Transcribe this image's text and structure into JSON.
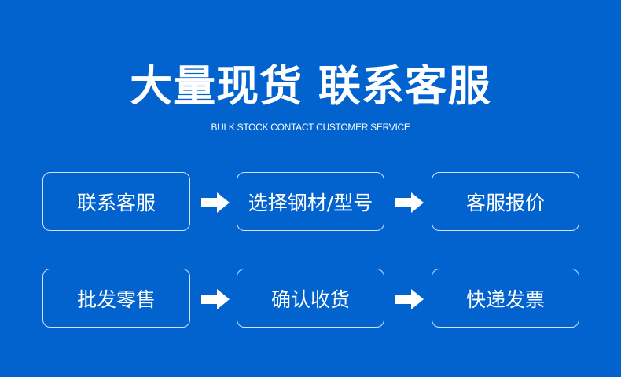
{
  "banner": {
    "title": "大量现货 联系客服",
    "subtitle": "BULK STOCK CONTACT CUSTOMER SERVICE",
    "background_color": "#0263CF",
    "text_color": "#FFFFFF"
  },
  "process": {
    "rows": [
      {
        "steps": [
          {
            "label": "联系客服"
          },
          {
            "label": "选择钢材/型号"
          },
          {
            "label": "客服报价"
          }
        ]
      },
      {
        "steps": [
          {
            "label": "批发零售"
          },
          {
            "label": "确认收货"
          },
          {
            "label": "快递发票"
          }
        ]
      }
    ],
    "connector_icon": "arrow-right-icon"
  }
}
